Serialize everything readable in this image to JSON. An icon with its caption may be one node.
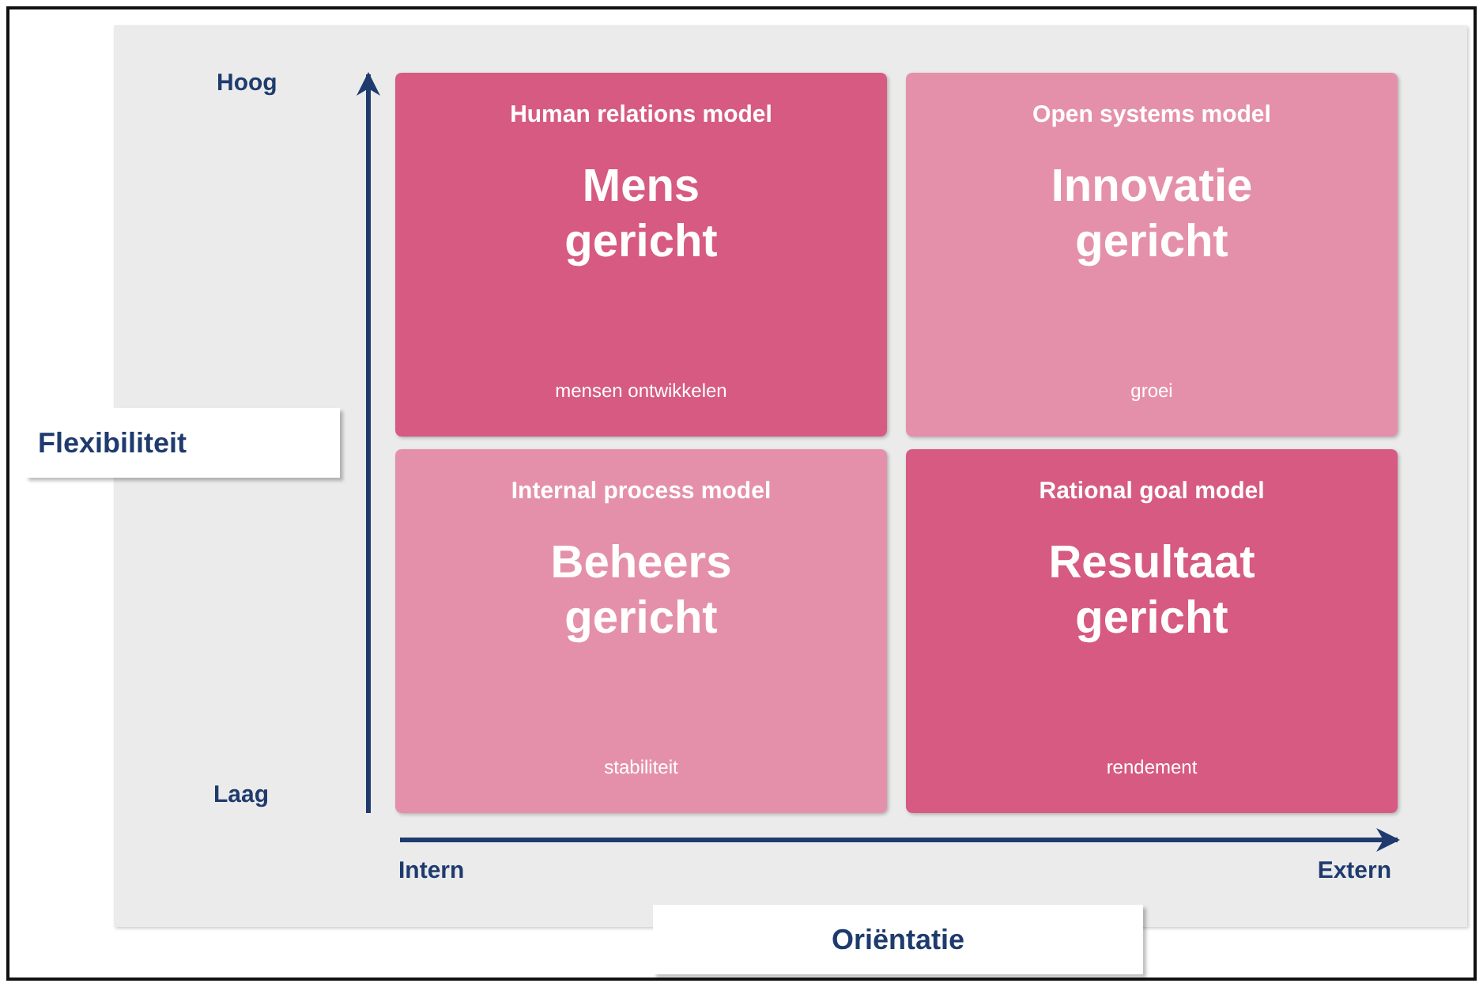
{
  "diagram": {
    "nodes": [
      {
        "text": [
          "Human relations model",
          "Mens gericht",
          "mensen ontwikkelen"
        ]
      },
      {
        "text": [
          "Open systems model",
          "Innovatie gericht",
          "groei"
        ]
      },
      {
        "text": [
          "Flexibiliteit"
        ]
      },
      {
        "text": [
          "Internal process model",
          "Beheers gericht",
          "stabiliteit"
        ]
      },
      {
        "text": [
          "Rational goal model",
          "Resultaat gericht",
          "rendement"
        ]
      },
      {
        "text": [
          "Oriëntatie"
        ]
      }
    ],
    "edges": [],
    "labels": [
      "Hoog",
      "Laag",
      "Intern",
      "Extern"
    ]
  }
}
